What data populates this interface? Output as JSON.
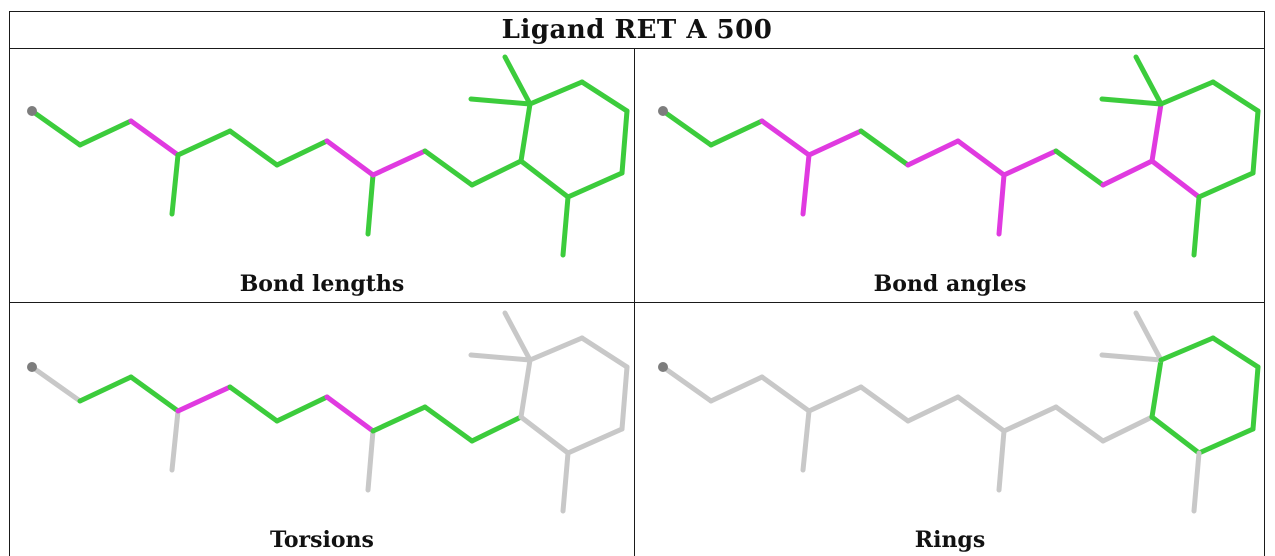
{
  "title": "Ligand RET A 500",
  "colors": {
    "green": "#3ccc3c",
    "magenta": "#e03ae0",
    "grey": "#c8c8c8",
    "atom": "#7d7d7d"
  },
  "panels": [
    {
      "id": "bond-lengths",
      "caption": "Bond lengths",
      "highlight": [
        2,
        7,
        8,
        0,
        0,
        0,
        0,
        0,
        0,
        0,
        0,
        0,
        0,
        0,
        0,
        0,
        0,
        0,
        0,
        0,
        0
      ],
      "highlight_map": "bl"
    },
    {
      "id": "bond-angles",
      "caption": "Bond angles",
      "highlight_map": "ba"
    },
    {
      "id": "torsions",
      "caption": "Torsions",
      "highlight_map": "tor"
    },
    {
      "id": "rings",
      "caption": "Rings",
      "highlight_map": "ring"
    }
  ]
}
